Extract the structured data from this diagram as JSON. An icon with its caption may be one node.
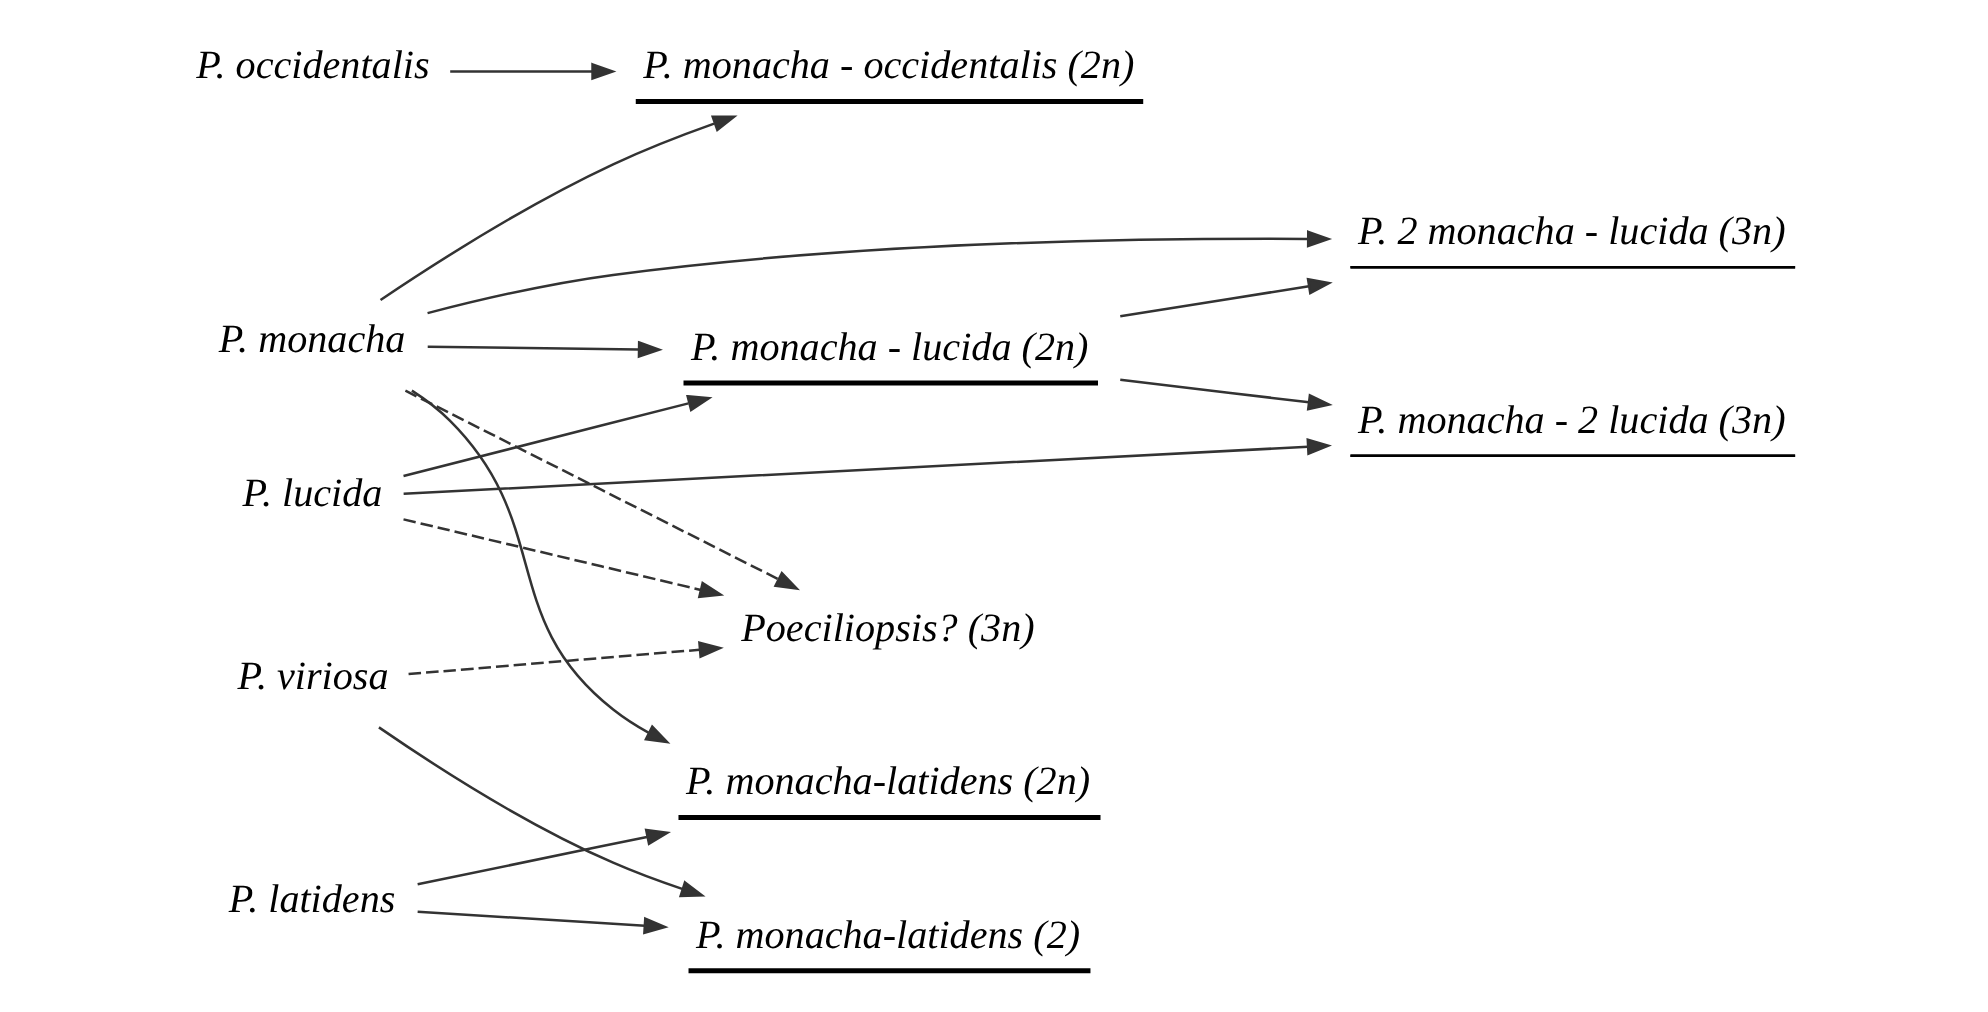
{
  "diagram": {
    "nodes": [
      {
        "text": [
          "P. occidentalis"
        ]
      },
      {
        "text": [
          "P. monacha - occidentalis (2n)"
        ]
      },
      {
        "text": [
          "P. monacha-latidens (2n)"
        ]
      },
      {
        "text": [
          "P. 2 monacha - lucida (3n)"
        ]
      },
      {
        "text": [
          "P. latidens"
        ]
      },
      {
        "text": [
          "P. monacha"
        ]
      },
      {
        "text": [
          "P. monacha-latidens (2)"
        ]
      },
      {
        "text": [
          "P. monacha - lucida (2n)"
        ]
      },
      {
        "text": [
          "P. viriosa"
        ]
      },
      {
        "text": [
          "P. lucida"
        ]
      },
      {
        "text": [
          "P. monacha - 2 lucida (3n)"
        ]
      },
      {
        "text": [
          "Poeciliopsis? (3n)"
        ]
      }
    ],
    "edges": [
      {
        "from": 0,
        "to": 1,
        "arrow": "to"
      },
      {
        "from": 5,
        "to": 1,
        "arrow": "to"
      },
      {
        "from": 5,
        "to": 2,
        "arrow": "to"
      },
      {
        "from": 4,
        "to": 2,
        "arrow": "to"
      },
      {
        "from": 4,
        "to": 6,
        "arrow": "to"
      },
      {
        "from": 8,
        "to": 6,
        "arrow": "to"
      },
      {
        "from": 5,
        "to": 3,
        "arrow": "to"
      },
      {
        "from": 5,
        "to": 7,
        "arrow": "to"
      },
      {
        "from": 7,
        "to": 3,
        "arrow": "to"
      },
      {
        "from": 9,
        "to": 7,
        "arrow": "to"
      },
      {
        "from": 9,
        "to": 10,
        "arrow": "to"
      },
      {
        "from": 7,
        "to": 10,
        "arrow": "to"
      },
      {
        "from": 8,
        "to": 11,
        "arrow": "to",
        "style": "dashed"
      },
      {
        "from": 5,
        "to": 11,
        "arrow": "to",
        "style": "dashed"
      },
      {
        "from": 9,
        "to": 11,
        "arrow": "to",
        "style": "dashed"
      }
    ]
  }
}
